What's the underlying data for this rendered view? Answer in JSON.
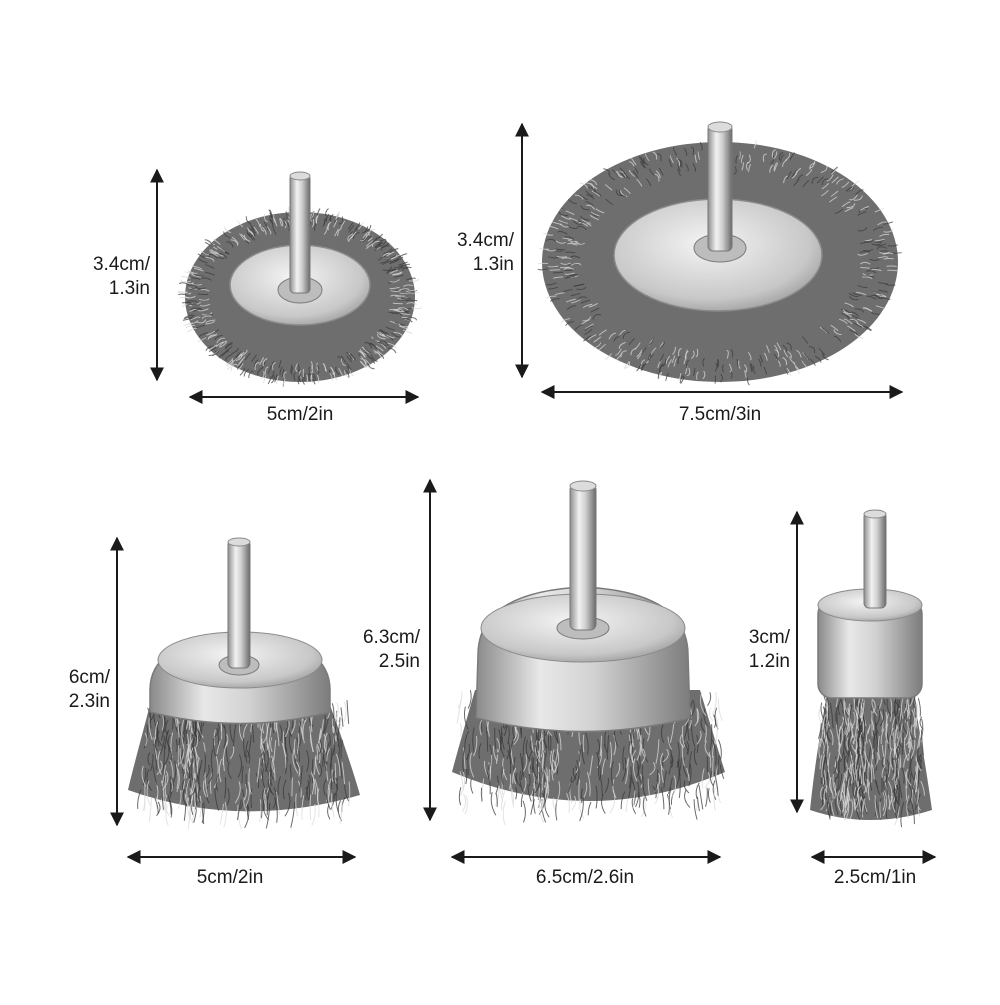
{
  "colors": {
    "background": "#ffffff",
    "metal_light": "#eeeeee",
    "metal_mid": "#b5b5b5",
    "metal_dark": "#5c5c5c",
    "wire": "#6e6e6e",
    "dimension_line": "#1a1a1a"
  },
  "products": [
    {
      "name": "wheel-brush-small",
      "type": "wheel",
      "height_label": "3.4cm/\n1.3in",
      "width_label": "5cm/2in"
    },
    {
      "name": "wheel-brush-large",
      "type": "wheel",
      "height_label": "3.4cm/\n1.3in",
      "width_label": "7.5cm/3in"
    },
    {
      "name": "cup-brush-small",
      "type": "cup",
      "height_label": "6cm/\n2.3in",
      "width_label": "5cm/2in"
    },
    {
      "name": "cup-brush-large",
      "type": "cup",
      "height_label": "6.3cm/\n2.5in",
      "width_label": "6.5cm/2.6in"
    },
    {
      "name": "end-brush",
      "type": "end",
      "height_label": "3cm/\n1.2in",
      "width_label": "2.5cm/1in"
    }
  ]
}
